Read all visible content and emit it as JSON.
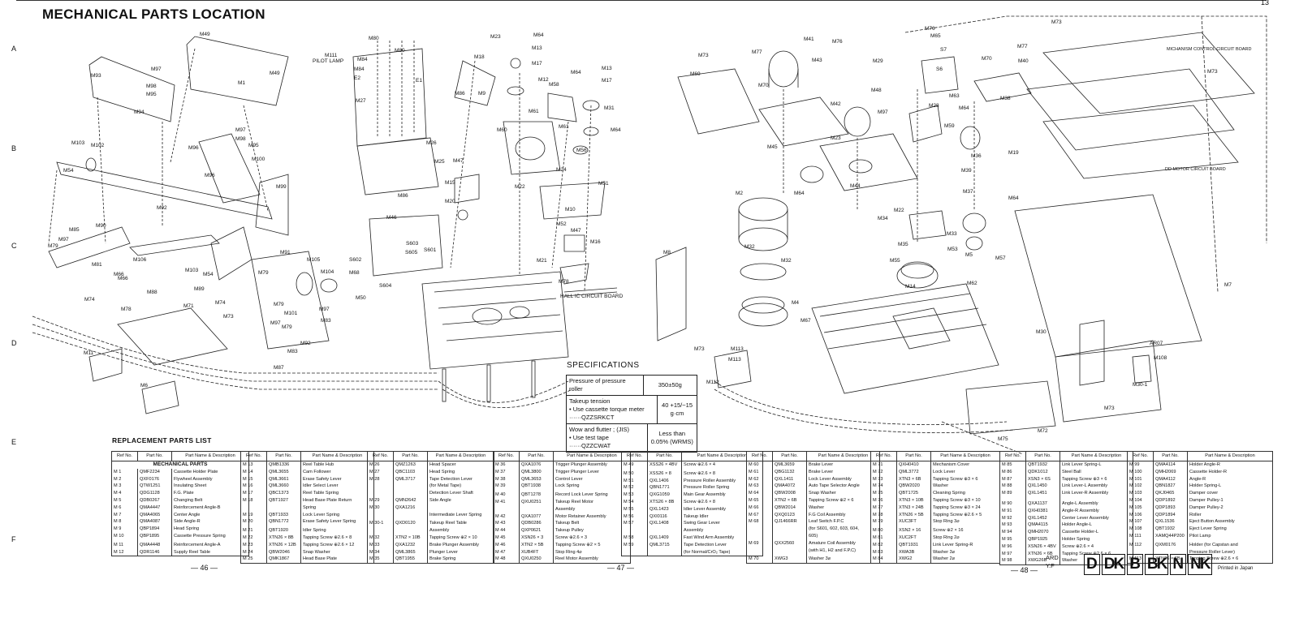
{
  "header": {
    "title": "MECHANICAL PARTS LOCATION",
    "row_labels": [
      "A",
      "B",
      "C",
      "D",
      "E",
      "F"
    ],
    "corner_number": "13"
  },
  "callouts": {
    "left": [
      "M49",
      "M1",
      "M49",
      "M93",
      "M97",
      "M98",
      "M95",
      "M94",
      "M96",
      "M103",
      "M102",
      "M54",
      "M97",
      "M98",
      "M95",
      "M96",
      "M100",
      "M99",
      "M92",
      "M90",
      "M85",
      "M97",
      "M79",
      "M81",
      "M106",
      "M66",
      "M88",
      "M103",
      "M54",
      "M89",
      "M74",
      "M78",
      "M74",
      "M91",
      "M105",
      "M104",
      "M79",
      "M71",
      "M73",
      "M79",
      "M97",
      "M101",
      "M97",
      "M83",
      "M92",
      "M83",
      "M87",
      "M11",
      "M6",
      "M66",
      "M50",
      "M79"
    ],
    "center": [
      "M80",
      "M80",
      "M111",
      "PILOT LAMP",
      "M84",
      "E2",
      "E1",
      "M84",
      "M27",
      "M26",
      "M23",
      "M64",
      "M13",
      "M18",
      "M17",
      "M86",
      "M9",
      "M12",
      "M58",
      "M64",
      "M13",
      "M17",
      "M31",
      "M61",
      "M61",
      "M60",
      "M64",
      "M56",
      "M25",
      "M47",
      "M24",
      "M15",
      "M22",
      "M51",
      "M20",
      "M10",
      "M86",
      "M46",
      "S603",
      "S605",
      "S601",
      "S602",
      "M68",
      "S604",
      "M52",
      "M47",
      "M16",
      "M21",
      "M78",
      "HALL IC CIRCUIT BOARD"
    ],
    "right": [
      "M73",
      "M41",
      "M76",
      "M77",
      "M73",
      "M69",
      "M43",
      "M70",
      "M29",
      "M42",
      "M48",
      "M97",
      "M45",
      "M23",
      "M2",
      "M64",
      "M44",
      "M32",
      "M32",
      "M4",
      "M67",
      "M8",
      "M73",
      "M113",
      "M113",
      "M112",
      "M34",
      "M22",
      "M35",
      "M33",
      "M55",
      "M14",
      "M53",
      "M62",
      "M5",
      "M57",
      "M64",
      "M76",
      "M65",
      "S7",
      "S6",
      "M28",
      "M64",
      "M63",
      "M59",
      "M36",
      "M39",
      "M37",
      "M19",
      "M38",
      "M40",
      "M70",
      "M77",
      "M30",
      "M72",
      "M75",
      "M73",
      "M7",
      "AR07",
      "M108",
      "M30-1",
      "M73"
    ],
    "boards": [
      "MICHANISM CONTROL CIRCUIT BOARD",
      "DD MOTOR CIRCUIT BOARD"
    ]
  },
  "specifications": {
    "title": "SPECIFICATIONS",
    "rows": [
      {
        "item": "Pressure of pressure roller",
        "sub": "",
        "value": "350±50g"
      },
      {
        "item": "Takeup tension",
        "sub": "• Use cassette torque meter ······QZZSRKCT",
        "value": "40 +15/−15 g·cm"
      },
      {
        "item": "Wow and flutter ; (JIS)",
        "sub": "• Use test tape ······QZZCWAT",
        "value": "Less than 0.05% (WRMS)"
      }
    ]
  },
  "parts_list": {
    "title": "REPLACEMENT PARTS LIST",
    "headers": [
      "Ref No.",
      "Part No.",
      "Part Name & Description"
    ],
    "section_heading": "MECHANICAL PARTS",
    "columns": [
      {
        "refs": [
          "M 1",
          "M 2",
          "M 3",
          "M 4",
          "M 5",
          "M 6",
          "M 7",
          "M 8",
          "M 9",
          "M 10",
          "",
          "M 11",
          "M 12"
        ],
        "parts": [
          "QMF2234",
          "QXF0176",
          "QTW1251",
          "QDG1128",
          "QDB0267",
          "QMA4447",
          "QMA4065",
          "QMA4087",
          "QBP1894",
          "QBP1895",
          "",
          "QMA4448",
          "QDR1146"
        ],
        "names": [
          "Cassette Holder Plate",
          "Flywheel Assembly",
          "Insulating Sheet",
          "F.G. Plate",
          "Changing Belt",
          "Reinforcement Angle-B",
          "Center Angle",
          "Side Angle-R",
          "Head Spring",
          "Cassette Pressure Spring",
          "",
          "Reinforcement Angle-A",
          "Supply Reel Table"
        ]
      },
      {
        "refs": [
          "M 13",
          "M 14",
          "M 15",
          "M 16",
          "M 17",
          "M 18",
          "",
          "M 19",
          "M 20",
          "",
          "M 21",
          "M 22",
          "M 23",
          "M 24",
          "M 25"
        ],
        "parts": [
          "QMB1336",
          "QML3655",
          "QML3661",
          "QML3660",
          "QBC1373",
          "QBT1927",
          "",
          "QBT1933",
          "QBN1772",
          "",
          "QBT1920",
          "XTN26 × 8B",
          "XTN26 × 12B",
          "QBW2046",
          "QMK1867"
        ],
        "names": [
          "Reel Table Hub",
          "Cam Follower",
          "Erase Safety Lever",
          "Idler Select Lever",
          "Reel Table Spring",
          "Head Base Plate Return",
          "Spring",
          "Lock Lever Spring",
          "Erase Safety Lever Spring",
          "",
          "Idler Spring",
          "Tapping Screw ⊕2.6 × 8",
          "Tapping Screw ⊕2.6 × 12",
          "Snap Washer",
          "Head Base Plate"
        ]
      },
      {
        "refs": [
          "M 26",
          "M 27",
          "M 28",
          "",
          "",
          "M 29",
          "M 30",
          "",
          "",
          "M 30-1",
          "",
          "M 32",
          "M 33",
          "M 34",
          "M 35"
        ],
        "parts": [
          "QMZ1263",
          "QBC1103",
          "QML3717",
          "",
          "",
          "QMN2642",
          "QXA1216",
          "",
          "",
          "QXD0120",
          "",
          "XTN2 × 10B",
          "QXA1232",
          "QML3865",
          "QBT1955"
        ],
        "names": [
          "Head Spacer",
          "Head Spring",
          "Tape Detection Lever",
          "(for Metal Tape)",
          "Detection Lever Shaft",
          "Side Angle",
          "",
          "Intermediate Lever Spring",
          "",
          "Takeup Reel Table",
          "Assembly",
          "Tapping Screw ⊕2 × 10",
          "Brake Plunger Assembly",
          "Plunger Lever",
          "Brake Spring"
        ]
      },
      {
        "refs": [
          "M 36",
          "M 37",
          "M 38",
          "M 39",
          "",
          "M 40",
          "M 41",
          "",
          "M 42",
          "M 43",
          "M 44",
          "M 45",
          "M 46",
          "M 47",
          "M 48"
        ],
        "parts": [
          "QXA1076",
          "QML3800",
          "QML3653",
          "QBT1938",
          "",
          "QBT1278",
          "QXU0251",
          "",
          "QXA1077",
          "QDB0286",
          "QXP0621",
          "XSN26 × 3",
          "XTN2 × 5B",
          "XUB4FT",
          "QXU0250"
        ],
        "names": [
          "Trigger Plunger Assembly",
          "Trigger Plunger Lever",
          "Control Lever",
          "Lock Spring",
          "",
          "Record Lock Lever Spring",
          "Takeup Reel Motor",
          "Assembly",
          "Motor Retainer Assembly",
          "Takeup Belt",
          "Takeup Pulley",
          "Screw ⊕2.6 × 3",
          "Tapping Screw ⊕2 × 5",
          "Stop Ring 4⌀",
          "Reel Motor Assembly"
        ]
      },
      {
        "refs": [
          "M 49",
          "",
          "M 50",
          "M 51",
          "M 52",
          "M 53",
          "M 54",
          "M 55",
          "M 56",
          "M 57",
          "",
          "M 58",
          "M 59"
        ],
        "parts": [
          "XSS26 × 4BV",
          "",
          "XSS26 × 8",
          "QXL1406",
          "QBN1771",
          "QXG1059",
          "XTS26 × 8B",
          "QXL1423",
          "QXI0116",
          "QXL1408",
          "",
          "QXL1409",
          "QML3715"
        ],
        "names": [
          "Screw ⊕2.6 × 4",
          "",
          "Screw ⊕2.6 × 8",
          "Pressure Roller Assembly",
          "Pressure Roller Spring",
          "Main Gear Assembly",
          "Screw ⊕2.6 × 8",
          "Idler Lever Assembly",
          "Takeup Idler",
          "Swing Gear Lever",
          "Assembly",
          "Fast Wind Arm Assembly",
          "Tape Detection Lever",
          "(for Normal/CrO₂ Tape)"
        ]
      },
      {
        "refs": [
          "M 60",
          "M 61",
          "M 62",
          "M 63",
          "M 64",
          "M 65",
          "M 66",
          "M 67",
          "M 68",
          "",
          "",
          "M 69",
          "",
          "",
          "M 70"
        ],
        "parts": [
          "QML3659",
          "QBG1132",
          "QXL1411",
          "QMA4072",
          "QBW2008",
          "XTN2 × 6B",
          "QBW2014",
          "QXQ0123",
          "QJ1466RR",
          "",
          "",
          "QXX2560",
          "",
          "",
          "XWG3"
        ],
        "names": [
          "Brake Lever",
          "Brake Lever",
          "Lock Lever Assembly",
          "Auto Tape Selector Angle",
          "Snap Washer",
          "Tapping Screw ⊕2 × 6",
          "Washer",
          "F.G Coil Assembly",
          "Leaf Switch F.P.C",
          "(for S601, 602, 603, 604,",
          "605)",
          "Amature Coil Assembly",
          "(with H1, H2 and F.P.C)",
          "",
          "Washer 3⌀"
        ]
      },
      {
        "refs": [
          "M 71",
          "M 72",
          "M 73",
          "M 74",
          "M 75",
          "M 76",
          "M 77",
          "M 78",
          "M 79",
          "",
          "M 80",
          "M 81",
          "M 82",
          "M 83",
          "M 84"
        ],
        "parts": [
          "QXH0410",
          "QML3772",
          "XTN3 × 6B",
          "QBW2020",
          "QBT1725",
          "XTN3 × 10B",
          "XTN3 × 24B",
          "XTN26 × 5B",
          "XUC3FT",
          "",
          "XSN2 × 16",
          "XUC2FT",
          "QBT1931",
          "XWA3B",
          "XWG2"
        ],
        "names": [
          "Mechanism Cover",
          "Lock Lever",
          "Tapping Screw ⊕3 × 6",
          "Washer",
          "Cleaning Spring",
          "Tapping Screw ⊕3 × 10",
          "Tapping Screw ⊕3 × 24",
          "Tapping Screw ⊕2.6 × 5",
          "Stop Ring 3⌀",
          "",
          "Screw ⊕2 × 16",
          "Stop Ring 2⌀",
          "Link Lever Spring-R",
          "Washer 3⌀",
          "Washer 2⌀"
        ]
      },
      {
        "refs": [
          "M 85",
          "M 86",
          "M 87",
          "M 88",
          "M 89",
          "",
          "",
          "M 90",
          "M 91",
          "M 92",
          "M 93",
          "M 94",
          "M 95",
          "M 96",
          "M 97",
          "M 98"
        ],
        "parts": [
          "QBT1932",
          "QDK1012",
          "XSN3 × 6S",
          "QXL1450",
          "QXL1451",
          "",
          "",
          "QXA1137",
          "QXH0381",
          "QXL1452",
          "QMA4115",
          "QMH2070",
          "QBP1925",
          "XSN26 × 4BV",
          "XTN26 × 6B",
          "XWG26B"
        ],
        "names": [
          "Link Lever Spring-L",
          "Steel Ball",
          "Tapping Screw ⊕3 × 6",
          "Link Lever-L Assembly",
          "Link Lever-R Assembly",
          "",
          "",
          "Angle-L Assembly",
          "Angle-R Assembly",
          "Center Lever Assembly",
          "Holder Angle-L",
          "Cassette Holder-L",
          "Holder Spring",
          "Screw ⊕2.6 × 4",
          "Tapping Screw ⊕2.6 × 6",
          "Washer"
        ]
      },
      {
        "refs": [
          "M 99",
          "M 100",
          "M 101",
          "M 102",
          "M 103",
          "M 104",
          "M 105",
          "M 106",
          "M 107",
          "M 108",
          "M 111",
          "",
          "M 112",
          "",
          "M 113"
        ],
        "parts": [
          "QMA4114",
          "QMH2069",
          "QMA4112",
          "QBN1827",
          "QKJ0465",
          "QDP1892",
          "QDP1893",
          "QDP1894",
          "QXL1536",
          "QBT1932",
          "XAMQ44P200",
          "",
          "QXM0176",
          "",
          "XTN26 × 6B"
        ],
        "names": [
          "Holder Angle-R",
          "Cassette Holder-R",
          "Angle-R",
          "Holder Spring-L",
          "Damper cover",
          "Damper Pulley-1",
          "Damper Pulley-2",
          "Roller",
          "Eject Button Assembly",
          "Eject Lever Spring",
          "Pilot Lamp",
          "",
          "Holder (for Capstan and",
          "Pressure Roller Lever)",
          "Tapping Screw ⊕2.6 × 6"
        ]
      }
    ]
  },
  "footer": {
    "page_left": "— 46 —",
    "page_mid": "— 47 —",
    "page_right": "— 48 —",
    "ard": "ARD",
    "yf": "Y.F",
    "region_codes": [
      "D",
      "DK",
      "B",
      "BK",
      "N",
      "NK"
    ],
    "printed": "Printed in Japan"
  }
}
